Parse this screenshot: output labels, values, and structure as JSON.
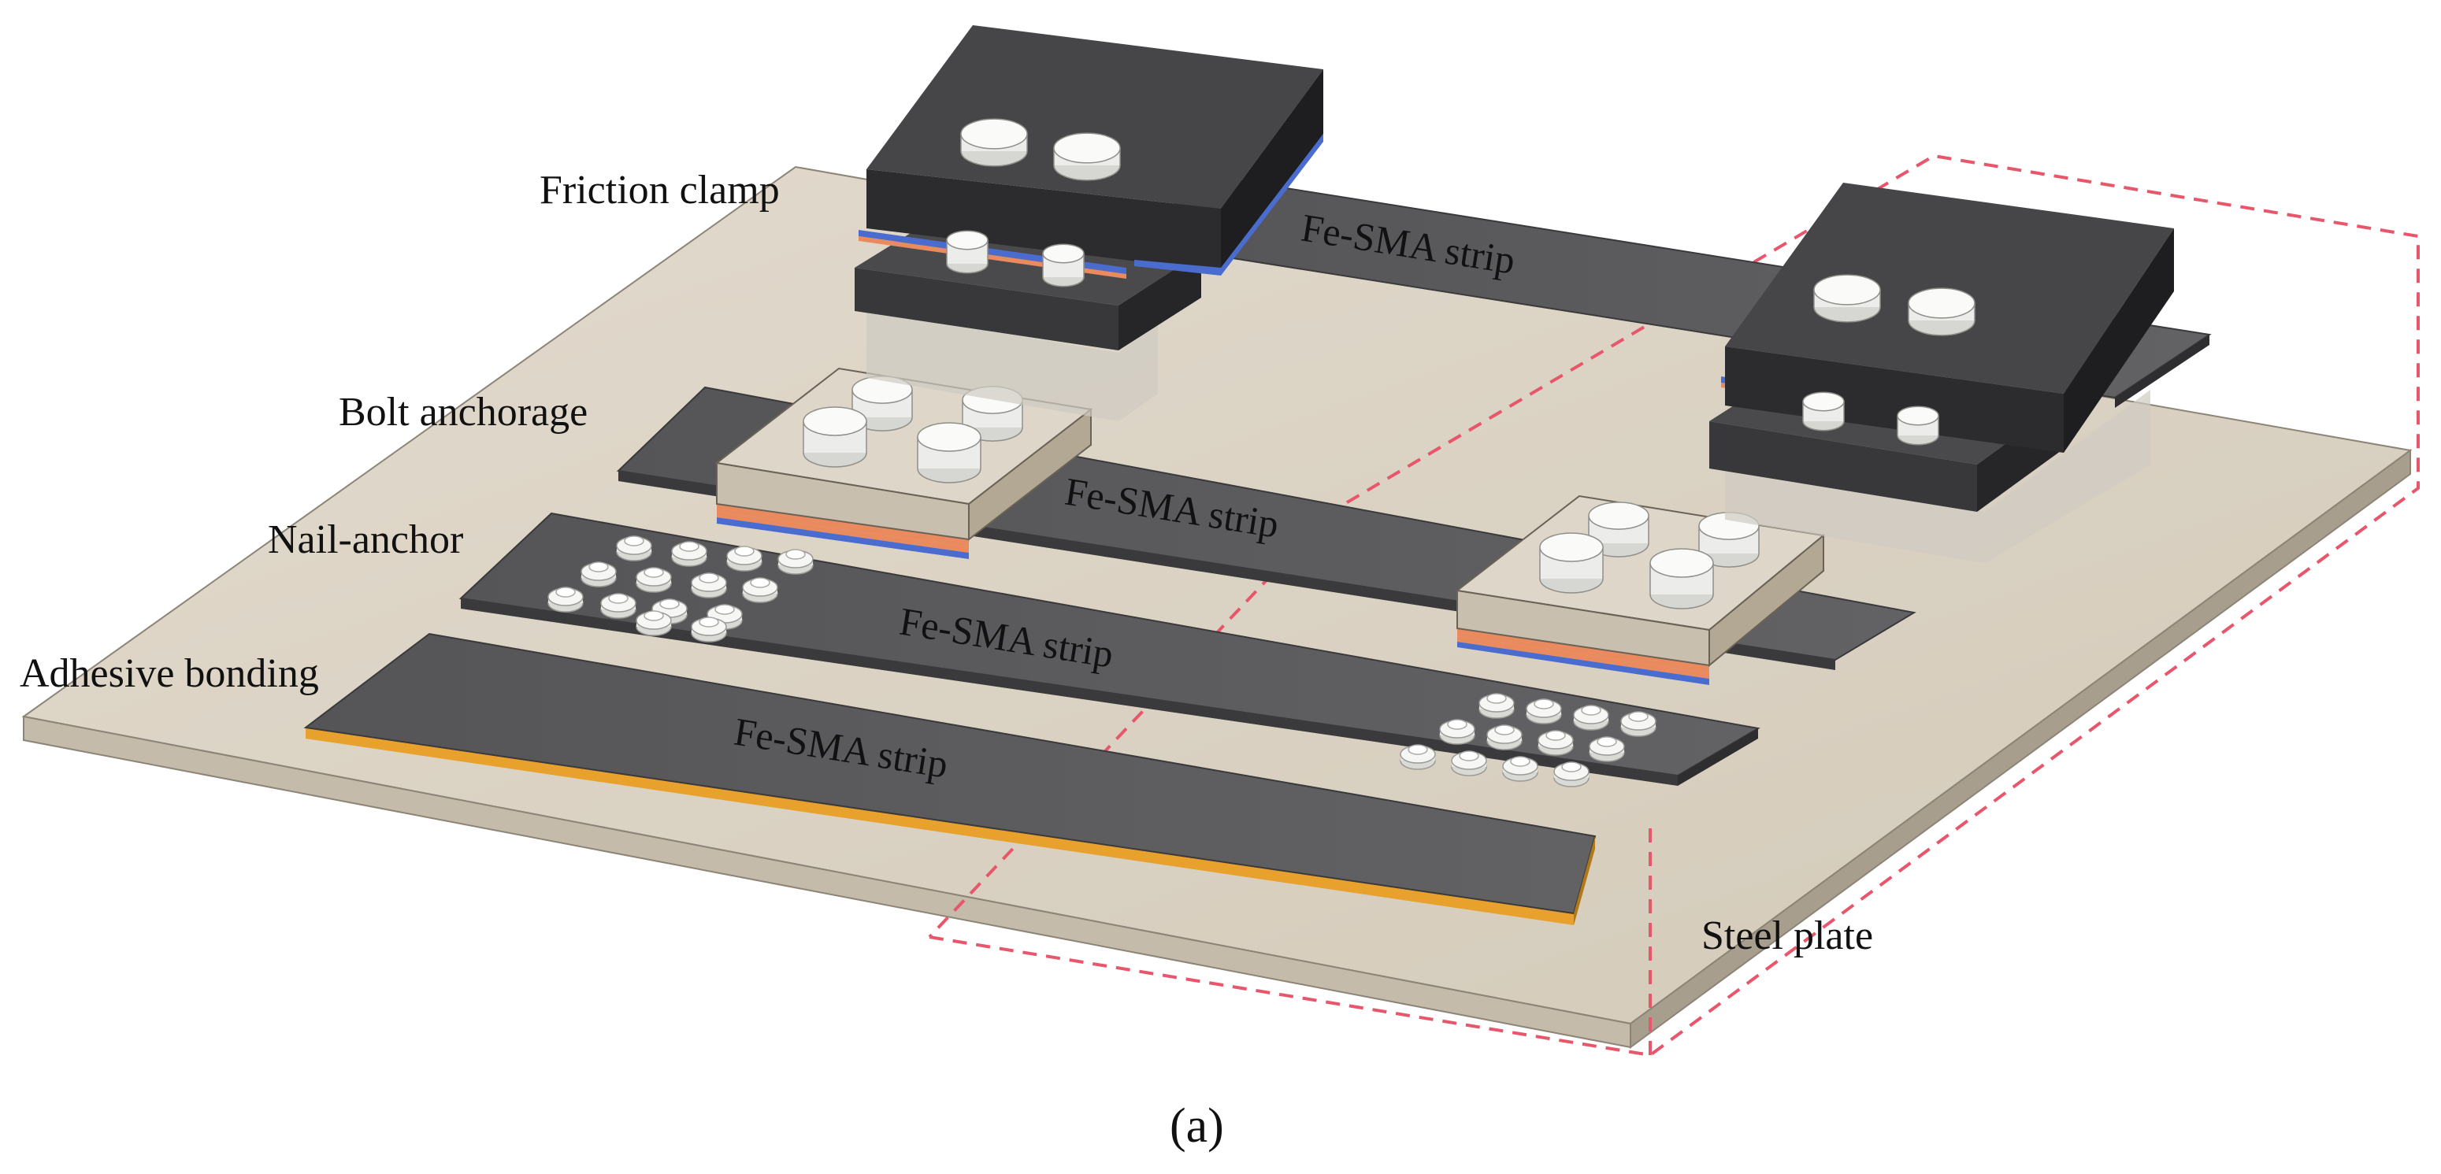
{
  "labels": {
    "friction_clamp": "Friction clamp",
    "bolt_anchorage": "Bolt anchorage",
    "nail_anchor": "Nail-anchor",
    "adhesive_bonding": "Adhesive bonding",
    "steel_plate": "Steel plate",
    "strip_label": "Fe-SMA strip",
    "caption": "(a)"
  },
  "colors": {
    "plate_top": "#dcd4c6",
    "plate_edge": "#b4aa9a",
    "strip": "#5d5d5f",
    "strip_edge": "#3a3a3c",
    "clamp_top": "#4a4a4c",
    "clamp_side": "#2a2a2c",
    "bolt": "#f4f4f2",
    "adhesive": "#e8a12c",
    "layer_orange": "#e98a5f",
    "layer_blue": "#4a6ccf",
    "dashed_box": "#e8566b"
  }
}
